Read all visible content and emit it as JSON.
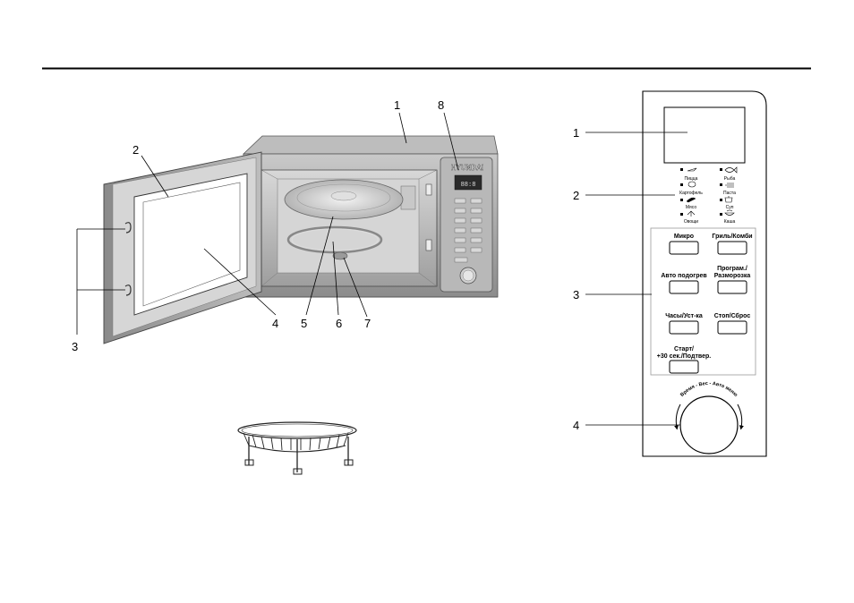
{
  "oven_callouts": [
    "1",
    "2",
    "3",
    "4",
    "5",
    "6",
    "7",
    "8"
  ],
  "brand": "HYUNDAI",
  "panel_callouts": [
    "1",
    "2",
    "3",
    "4"
  ],
  "menus": [
    {
      "label": "Пицца",
      "icon": "pizza-icon"
    },
    {
      "label": "Рыба",
      "icon": "fish-icon"
    },
    {
      "label": "Картофель",
      "icon": "potato-icon"
    },
    {
      "label": "Паста",
      "icon": "pasta-icon"
    },
    {
      "label": "Мясо",
      "icon": "meat-icon"
    },
    {
      "label": "Суп",
      "icon": "soup-icon"
    },
    {
      "label": "Овощи",
      "icon": "vegetables-icon"
    },
    {
      "label": "Каша",
      "icon": "porridge-icon"
    }
  ],
  "buttons": {
    "micro": "Микро",
    "grill": "Гриль/Комби",
    "auto_reheat": "Авто подогрев",
    "program_line1": "Програм./",
    "program_line2": "Разморозка",
    "clock": "Часы/Уст-ка",
    "stop": "Стоп/Сброс",
    "start_line1": "Старт/",
    "start_line2": "+30 сек./Подтвер."
  },
  "dial_arc_label": "Время - Вес - Авто меню"
}
